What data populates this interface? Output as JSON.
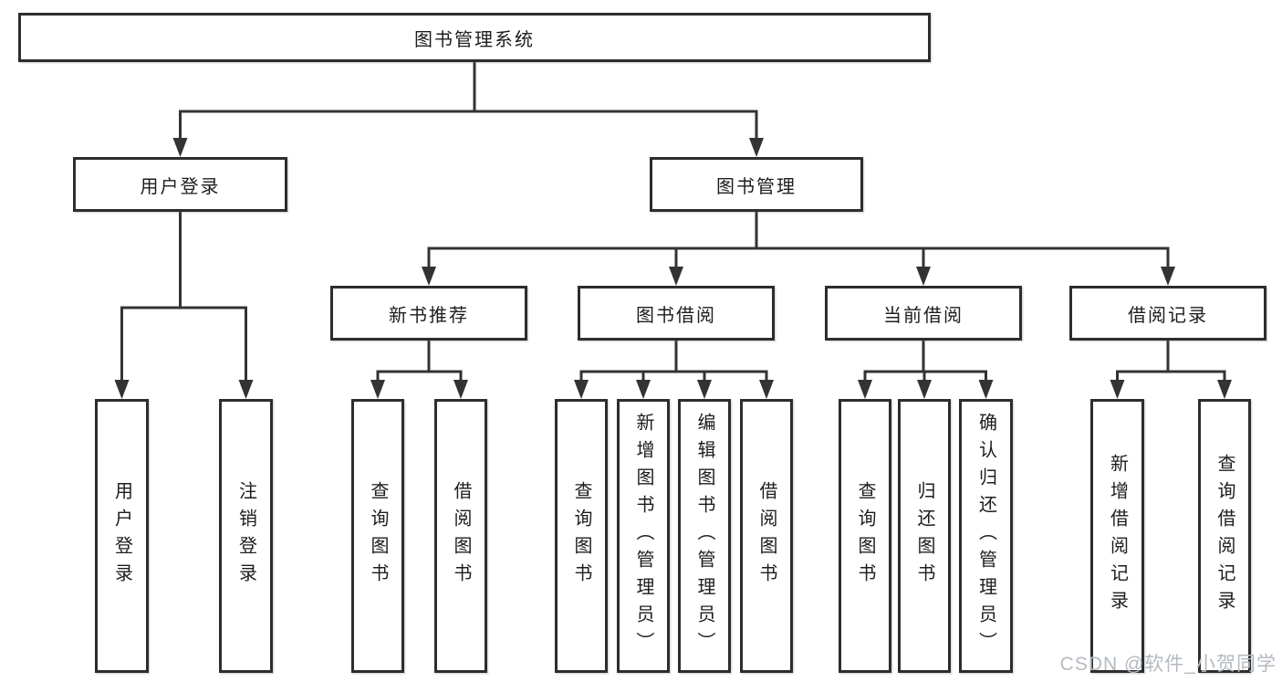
{
  "diagram_type": "hierarchy-tree",
  "colors": {
    "line": "#333333",
    "border": "#2d2d2d",
    "text": "#1d1d1d",
    "background": "#ffffff",
    "watermark": "#b4bac0"
  },
  "watermark": "CSDN @软件_小贺同学",
  "tree": {
    "label": "图书管理系统",
    "children": [
      {
        "label": "用户登录",
        "children": [
          {
            "label": "用户登录"
          },
          {
            "label": "注销登录"
          }
        ]
      },
      {
        "label": "图书管理",
        "children": [
          {
            "label": "新书推荐",
            "children": [
              {
                "label": "查询图书"
              },
              {
                "label": "借阅图书"
              }
            ]
          },
          {
            "label": "图书借阅",
            "children": [
              {
                "label": "查询图书"
              },
              {
                "label": "新增图书（管理员）"
              },
              {
                "label": "编辑图书（管理员）"
              },
              {
                "label": "借阅图书"
              }
            ]
          },
          {
            "label": "当前借阅",
            "children": [
              {
                "label": "查询图书"
              },
              {
                "label": "归还图书"
              },
              {
                "label": "确认归还（管理员）"
              }
            ]
          },
          {
            "label": "借阅记录",
            "children": [
              {
                "label": "新增借阅记录"
              },
              {
                "label": "查询借阅记录"
              }
            ]
          }
        ]
      }
    ]
  }
}
